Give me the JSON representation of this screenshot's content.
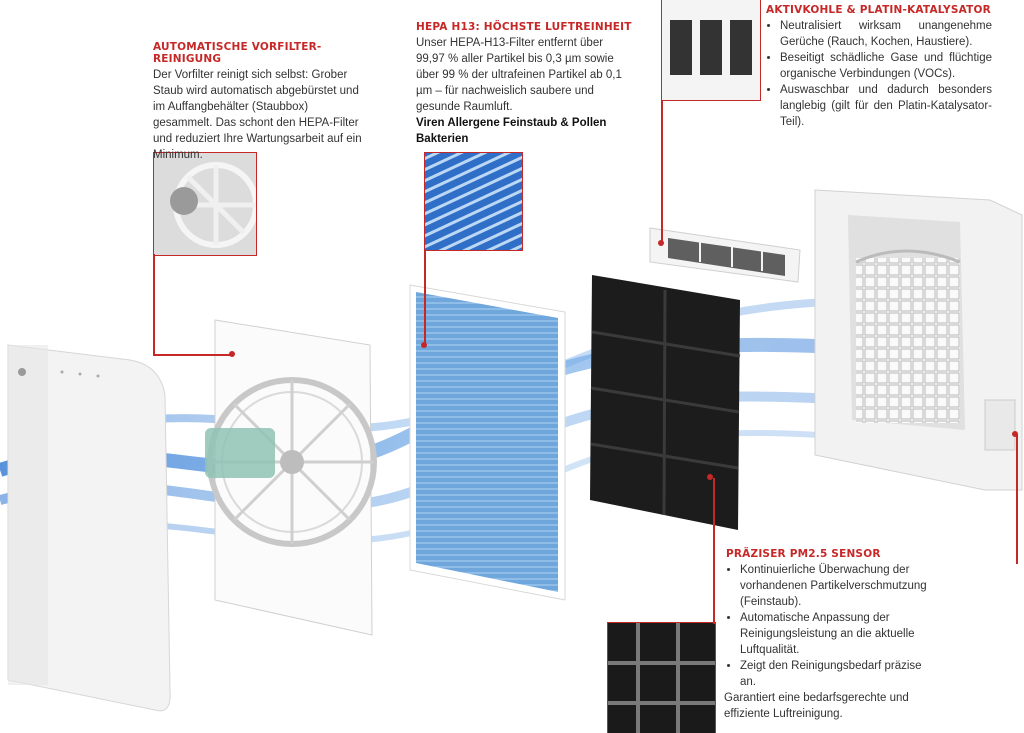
{
  "colors": {
    "accent_red": "#c62828",
    "airflow_blue": "#4a90e2",
    "hepa_blue": "#6fa6dc",
    "carbon_black": "#1c1c1c",
    "device_white": "#f2f2f2"
  },
  "prefilter": {
    "title": "AUTOMATISCHE VORFILTER-REINIGUNG",
    "lines": [
      "Der Vorfilter reinigt sich selbst: Grober",
      "Staub wird automatisch abgebürstet und",
      "im Auffangbehälter (Staubbox)",
      "gesammelt. Das schont den HEPA-Filter",
      "und reduziert Ihre Wartungsarbeit auf ein",
      "Minimum."
    ]
  },
  "hepa": {
    "title": "HEPA H13: HÖCHSTE LUFTREINHEIT",
    "lines": [
      "Unser HEPA-H13-Filter entfernt über",
      "99,97 % aller Partikel bis 0,3 µm sowie",
      "über 99 % der ultrafeinen Partikel ab 0,1",
      "µm – für nachweislich saubere und",
      "gesunde Raumluft."
    ],
    "bold_lines": [
      "Viren Allergene Feinstaub & Pollen",
      "Bakterien"
    ]
  },
  "carbon": {
    "title": "AKTIVKOHLE & PLATIN-KATALYSATOR",
    "bullets": [
      "Neutralisiert wirksam unangenehme Gerüche (Rauch, Kochen, Haustiere).",
      "Beseitigt schädliche Gase und flüchtige organische Verbindungen (VOCs).",
      "Auswaschbar und dadurch besonders langlebig (gilt für den Platin-Katalysator-Teil)."
    ]
  },
  "sensor": {
    "title": "PRÄZISER PM2.5 SENSOR",
    "bullets": [
      "Kontinuierliche Überwachung der vorhandenen Partikelverschmutzung (Feinstaub).",
      "Automatische Anpassung der Reinigungsleistung an die aktuelle Luftqualität.",
      "Zeigt den Reinigungsbedarf präzise an."
    ],
    "footer": "Garantiert eine bedarfsgerechte und effiziente Luftreinigung."
  },
  "icons": {
    "brand_logo": "brand-logo-icon",
    "callout_dot": "callout-dot-icon"
  }
}
